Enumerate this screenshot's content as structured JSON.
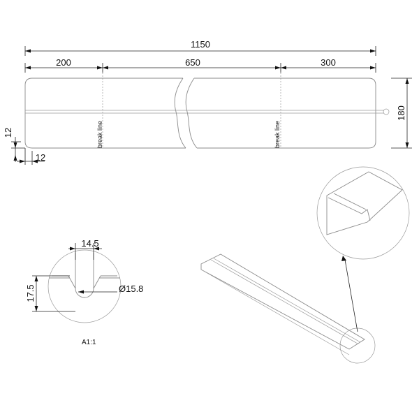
{
  "dimensions": {
    "overall_length": "1150",
    "segment_left": "200",
    "segment_middle": "650",
    "segment_right": "300",
    "height": "180",
    "corner_vertical": "12",
    "corner_horizontal": "12"
  },
  "notes": {
    "break_line_left": "break line",
    "break_line_right": "break line"
  },
  "detail": {
    "slot_width": "14.5",
    "depth": "17.5",
    "diameter": "Ø15.8",
    "scale_label": "A1:1"
  }
}
